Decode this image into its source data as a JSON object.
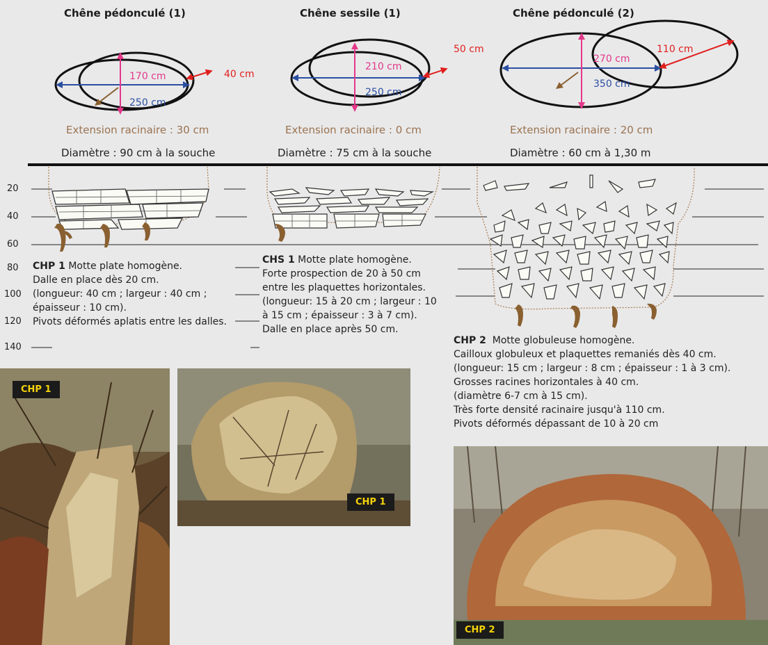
{
  "columns": [
    {
      "title": "Chêne pédonculé (1)",
      "height_label": "170 cm",
      "width_label": "250 cm",
      "offset_label": "40 cm",
      "extension": "Extension racinaire : 30 cm",
      "diameter": "Diamètre : 90 cm à la souche"
    },
    {
      "title": "Chêne sessile (1)",
      "height_label": "210 cm",
      "width_label": "250 cm",
      "offset_label": "50 cm",
      "extension": "Extension racinaire : 0 cm",
      "diameter": "Diamètre : 75 cm à la souche"
    },
    {
      "title": "Chêne pédonculé (2)",
      "height_label": "270 cm",
      "width_label": "350 cm",
      "offset_label": "110 cm",
      "extension": "Extension racinaire : 20 cm",
      "diameter": "Diamètre : 60 cm à 1,30 m"
    }
  ],
  "depth_ticks": [
    "20",
    "40",
    "60",
    "80",
    "100",
    "120",
    "140"
  ],
  "descriptions": {
    "chp1": {
      "code": "CHP 1",
      "lines": [
        "Motte plate homogène.",
        "Dalle en place dès 20 cm.",
        "(longueur: 40 cm ; largeur : 40 cm ;",
        "épaisseur : 10 cm).",
        "Pivots déformés aplatis entre les dalles."
      ]
    },
    "chs1": {
      "code": "CHS 1",
      "lines": [
        "Motte plate homogène.",
        "Forte prospection de 20 à 50 cm",
        "entre les plaquettes horizontales.",
        "(longueur: 15 à 20 cm ; largeur : 10",
        "à 15 cm ; épaisseur : 3 à 7 cm).",
        "Dalle en place après 50 cm."
      ]
    },
    "chp2": {
      "code": "CHP 2",
      "lines": [
        "Motte globuleuse homogène.",
        "Cailloux globuleux et plaquettes remaniés dès 40 cm.",
        "(longueur: 15 cm ; largeur : 8 cm ;  épaisseur : 1 à 3 cm).",
        "Grosses racines horizontales à 40 cm.",
        "(diamètre 6-7 cm à 15 cm).",
        "Très forte densité racinaire jusqu'à 110 cm.",
        "Pivots déformés dépassant de 10 à 20 cm"
      ]
    }
  },
  "photo_tags": {
    "photo1": "CHP 1",
    "photo2": "CHP 1",
    "photo3": "CHP 2"
  },
  "colors": {
    "pink": "#e3388a",
    "blue": "#2b4fa0",
    "red": "#e0201e",
    "root_brown": "#8a6030",
    "label_brown": "#9b7350",
    "tag_bg": "#1b1b1b",
    "tag_text": "#f5d20a"
  }
}
